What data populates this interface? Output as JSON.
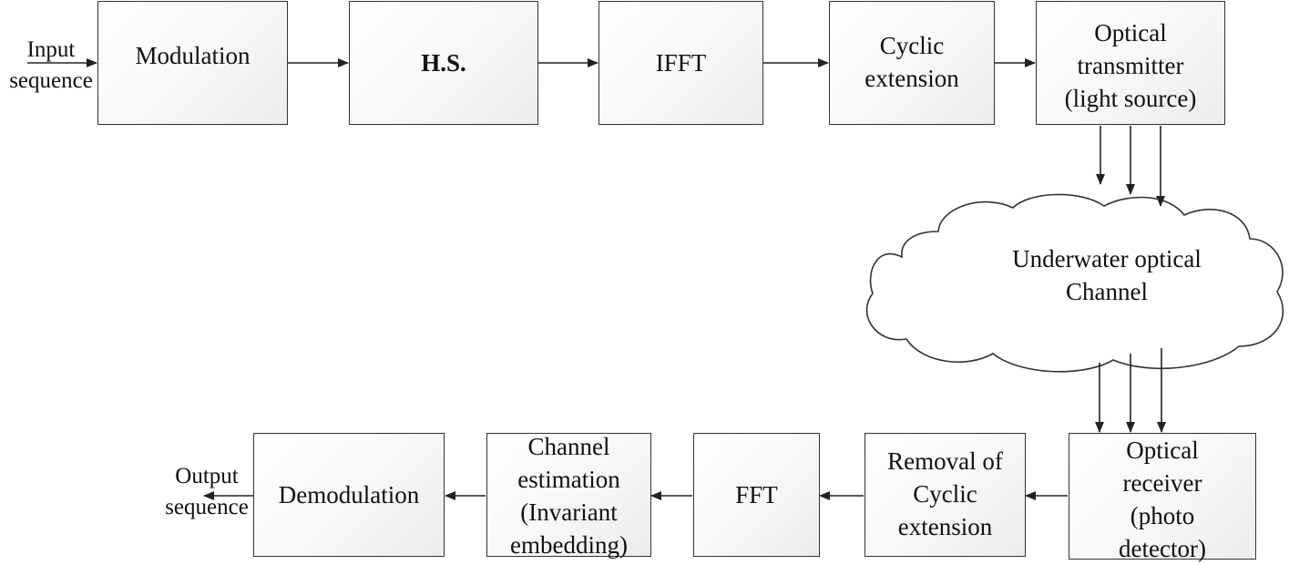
{
  "tx_chain": {
    "input_label_1": "Input",
    "input_label_2": "sequence",
    "modulation": "Modulation",
    "hs": "H.S.",
    "ifft": "IFFT",
    "cyclic_1": "Cyclic",
    "cyclic_2": "extension",
    "transmitter_1": "Optical",
    "transmitter_2": "transmitter",
    "transmitter_3": "(light source)"
  },
  "channel": {
    "line_1": "Underwater optical",
    "line_2": "Channel"
  },
  "rx_chain": {
    "receiver_1": "Optical",
    "receiver_2": "receiver",
    "receiver_3": "(photo",
    "receiver_4": "detector)",
    "removal_1": "Removal of",
    "removal_2": "Cyclic",
    "removal_3": "extension",
    "fft": "FFT",
    "estimation_1": "Channel",
    "estimation_2": "estimation",
    "estimation_3": "(Invariant",
    "estimation_4": "embedding)",
    "demodulation": "Demodulation",
    "output_label_1": "Output",
    "output_label_2": "sequence"
  }
}
